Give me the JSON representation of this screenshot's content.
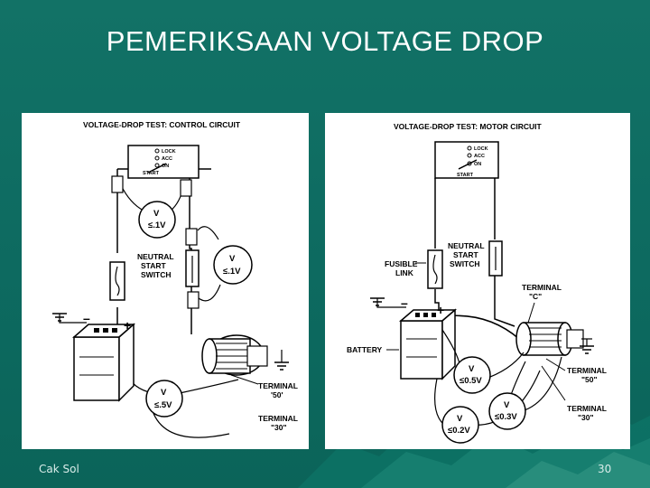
{
  "slide": {
    "title": "PEMERIKSAAN VOLTAGE DROP",
    "author": "Cak Sol",
    "page_number": "30"
  },
  "left_diagram": {
    "title": "VOLTAGE-DROP TEST: CONTROL CIRCUIT",
    "switch_positions": [
      "LOCK",
      "ACC",
      "ON",
      "START"
    ],
    "meter1": {
      "v": "V",
      "reading": "≤.1V"
    },
    "meter2": {
      "v": "V",
      "reading": "≤.1V"
    },
    "meter3": {
      "v": "V",
      "reading": "≤.5V"
    },
    "neutral_label": [
      "NEUTRAL",
      "START",
      "SWITCH"
    ],
    "terminal50": [
      "TERMINAL",
      "'50'"
    ],
    "terminal30": [
      "TERMINAL",
      "\"30\""
    ],
    "neg_sign": "–",
    "pos_sign": "+"
  },
  "right_diagram": {
    "title": "VOLTAGE-DROP TEST: MOTOR CIRCUIT",
    "switch_positions": [
      "LOCK",
      "ACC",
      "ON",
      "START"
    ],
    "neutral_label": [
      "NEUTRAL",
      "START",
      "SWITCH"
    ],
    "fusible_label": [
      "FUSIBLE",
      "LINK"
    ],
    "terminal_c": [
      "TERMINAL",
      "\"C\""
    ],
    "battery_label": "BATTERY",
    "meter1": {
      "v": "V",
      "reading": "≤0.5V"
    },
    "meter2": {
      "v": "V",
      "reading": "≤0.3V"
    },
    "meter3": {
      "v": "V",
      "reading": "≤0.2V"
    },
    "terminal50": [
      "TERMINAL",
      "\"50\""
    ],
    "terminal30": [
      "TERMINAL",
      "\"30\""
    ],
    "neg_sign": "–",
    "pos_sign": "+"
  }
}
